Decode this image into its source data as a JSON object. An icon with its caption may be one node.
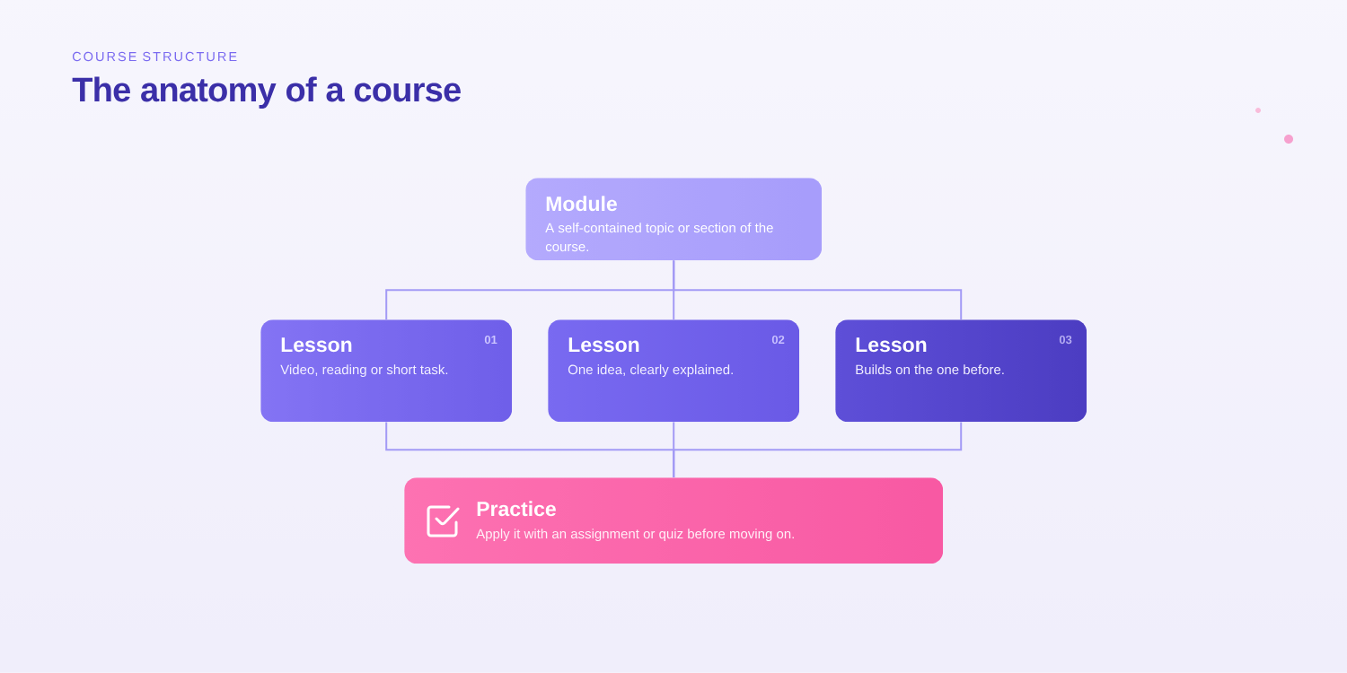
{
  "diagram": {
    "title": "The anatomy of a course",
    "nodes": [
      {
        "text": [
          "Module",
          "A self-contained topic or section of the course."
        ]
      },
      {
        "text": [
          "Lesson",
          "Video, reading or short task.",
          "01"
        ]
      },
      {
        "text": [
          "Lesson",
          "One idea, clearly explained.",
          "02"
        ]
      },
      {
        "text": [
          "Lesson",
          "Builds on the one before.",
          "03"
        ]
      },
      {
        "text": [
          "Practice",
          "Apply it with an assignment or quiz before moving on."
        ]
      }
    ],
    "edges": [
      {
        "from": 0,
        "to": 1,
        "arrow": "none"
      },
      {
        "from": 0,
        "to": 2,
        "arrow": "none"
      },
      {
        "from": 0,
        "to": 3,
        "arrow": "none"
      },
      {
        "from": 1,
        "to": 4,
        "arrow": "none"
      },
      {
        "from": 2,
        "to": 4,
        "arrow": "none"
      },
      {
        "from": 3,
        "to": 4,
        "arrow": "none"
      }
    ],
    "labels": [
      "COURSE STRUCTURE"
    ]
  }
}
